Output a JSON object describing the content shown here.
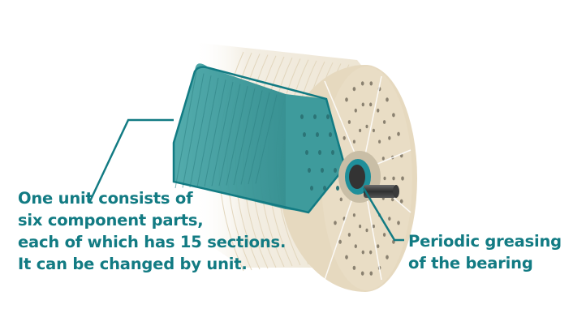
{
  "callouts": {
    "unit": {
      "lines": [
        "One unit consists of",
        "six component parts,",
        "each of which has 15 sections.",
        "It can be changed by unit."
      ]
    },
    "bearing": {
      "lines": [
        "Periodic greasing",
        "of the bearing"
      ]
    }
  },
  "colors": {
    "accent": "#127b83",
    "highlight_fill": "#3f9fa0",
    "disc_face": "#e8dcc2",
    "disc_edge": "#efe6d3",
    "hole": "#7e7565",
    "hub": "#3f3f3f",
    "bearing_ring": "#1f8f9a"
  },
  "icons": {
    "disc": "filter-disc-assembly",
    "hub": "bearing-hub-icon",
    "shaft": "shaft-icon"
  }
}
